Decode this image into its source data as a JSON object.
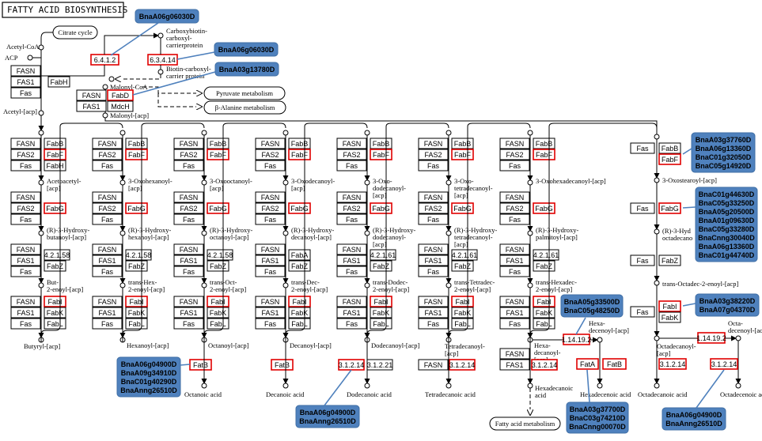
{
  "title": "FATTY ACID BIOSYNTHESIS",
  "compounds": {
    "acetyl_coa": "Acetyl-CoA",
    "acp": "ACP",
    "citrate_cycle": "Citrate cycle",
    "carboxybiotin": [
      "Carboxybiotin-",
      "carboxyl-",
      "carrierprotein"
    ],
    "biotin_carboxyl": [
      "Biotin-carboxyl-",
      "carrier protein"
    ],
    "malonyl_coa": "Malonyl-CoA",
    "pyruvate": "Pyruvate metabolism",
    "alanine": "β-Alanine metabolism",
    "malonyl_acp": "Malonyl-[acp]",
    "acetyl_acp": "Acetyl-[acp]",
    "fatty_acid_metabolism": "Fatty acid metabolism"
  },
  "ec": {
    "e6412": "6.4.1.2",
    "e63414": "6.3.4.14",
    "e42158": "4.2.1.58",
    "e42161": "4.2.1.61",
    "e31214": "3.1.2.14",
    "e31221": "3.1.2.21",
    "e114192": "1.14.19.2"
  },
  "enzymes": {
    "fasn": "FASN",
    "fas1": "FAS1",
    "fas2": "FAS2",
    "fas": "Fas",
    "fabh": "FabH",
    "fabd": "FabD",
    "mdch": "MdcH",
    "fabb": "FabB",
    "fabf": "FabF",
    "fabg": "FabG",
    "fabz": "FabZ",
    "faba": "FabA",
    "fabi": "FabI",
    "fabk": "FabK",
    "fabl": "FabL",
    "fatb": "FatB",
    "fata": "FatA"
  },
  "col1": {
    "c1": [
      "Acetoacetyl-",
      "[acp]"
    ],
    "c2": [
      "(R)-3-Hydroxy-",
      "butanoyl-[acp]"
    ],
    "c3": [
      "But-",
      "2-enoyl-[acp]"
    ],
    "c4": "Butyryl-[acp]"
  },
  "col2": {
    "c1": [
      "3-Oxohexanoyl-",
      "[acp]"
    ],
    "c2": [
      "(R)-3-Hydroxy-",
      "hexanoyl-[acp]"
    ],
    "c3": [
      "trans-Hex-",
      "2-enoyl-[acp]"
    ],
    "c4": "Hexanoyl-[acp]"
  },
  "col3": {
    "c1": [
      "3-Oxooctanoyl-",
      "[acp]"
    ],
    "c2": [
      "(R)-3-Hydroxy-",
      "octanoyl-[acp]"
    ],
    "c3": [
      "trans-Oct-",
      "2-enoyl-[acp]"
    ],
    "c4": "Octanoyl-[acp]",
    "acid": "Octanoic acid"
  },
  "col4": {
    "c1": [
      "3-Oxodecanoyl-",
      "[acp]"
    ],
    "c2": [
      "(R)-3-Hydroxy-",
      "decanoyl-[acp]"
    ],
    "c3": [
      "trans-Dec-",
      "2-enoyl-[acp]"
    ],
    "c4": "Decanoyl-[acp]",
    "acid": "Decanoic acid"
  },
  "col5": {
    "c1": [
      "3-Oxo-",
      "dodecanoyl-",
      "[acp]"
    ],
    "c2": [
      "(R)-3-Hydroxy-",
      "dodecanoyl-",
      "[acp]"
    ],
    "c3": [
      "trans-Dodec-",
      "2-enoyl-[acp]"
    ],
    "c4": "Dodecanoyl-[acp]",
    "acid": "Dodecanoic acid"
  },
  "col6": {
    "c1": [
      "3-Oxo-",
      "tetradecanoyl-",
      "[acp]"
    ],
    "c2": [
      "(R)-3-Hydroxy-",
      "tetradecanoyl-",
      "[acp]"
    ],
    "c3": [
      "trans-Tetradec-",
      "2-enoyl-[acp]"
    ],
    "c4": [
      "Tetradecanoyl-",
      "[acp]"
    ],
    "acid": "Tetradecanoic acid"
  },
  "col7": {
    "c1": "3-Oxohexadecanoyl-[acp]",
    "c2": [
      "(R)-3-Hydroxy-",
      "palmitoyl-[acp]"
    ],
    "c3": [
      "trans-Hexadec-",
      "2-enoyl-[acp]"
    ],
    "c4": [
      "Hexa-",
      "decanoyl-",
      "[acp]"
    ],
    "hexadecenoyl": [
      "Hexa-",
      "decenoyl-[acp]"
    ],
    "acid": [
      "Hexadecanoic",
      "acid"
    ],
    "hexadecenoic": "Hexadecenoic acid"
  },
  "col8": {
    "c1": "3-Oxostearoyl-[acp]",
    "c2": [
      "(R)-3-Hyd",
      "octadecano"
    ],
    "c3": "trans-Octadec-2-enoyl-[acp]",
    "c4": [
      "Octadecanoyl-",
      "[acp]"
    ],
    "octadecenoyl": [
      "Octa-",
      "decenoyl-[acp]"
    ],
    "acid": "Octadecanoic acid",
    "octadecenoic": "Octadecenoic acid"
  },
  "genes": {
    "g1": [
      "BnaA06g06030D"
    ],
    "g2": [
      "BnaA06g06030D"
    ],
    "g3": [
      "BnaA03g13780D"
    ],
    "g4": [
      "BnaA03g37760D",
      "BnaA06g13360D",
      "BnaC01g32050D",
      "BnaC05g14920D"
    ],
    "g5": [
      "BnaC01g44630D",
      "BnaC05g33250D",
      "BnaA05g20500D",
      "BnaA01g09630D",
      "BnaC05g33280D",
      "BnaCnng30040D",
      "BnaA06g13360D",
      "BnaC01g44740D"
    ],
    "g6": [
      "BnaA05g33500D",
      "BnaC05g48250D"
    ],
    "g7": [
      "BnaA03g38220D",
      "BnaA07g04370D"
    ],
    "g8": [
      "BnaA06g04900D",
      "BnaA09g34910D",
      "BnaC01g40290D",
      "BnaAnng26510D"
    ],
    "g9": [
      "BnaA06g04900D",
      "BnaAnng26510D"
    ],
    "g10": [
      "BnaA03g37700D",
      "BnaC03g74210D",
      "BnaCnng00070D"
    ],
    "g11": [
      "BnaA06g04900D",
      "BnaAnng26510D"
    ]
  }
}
